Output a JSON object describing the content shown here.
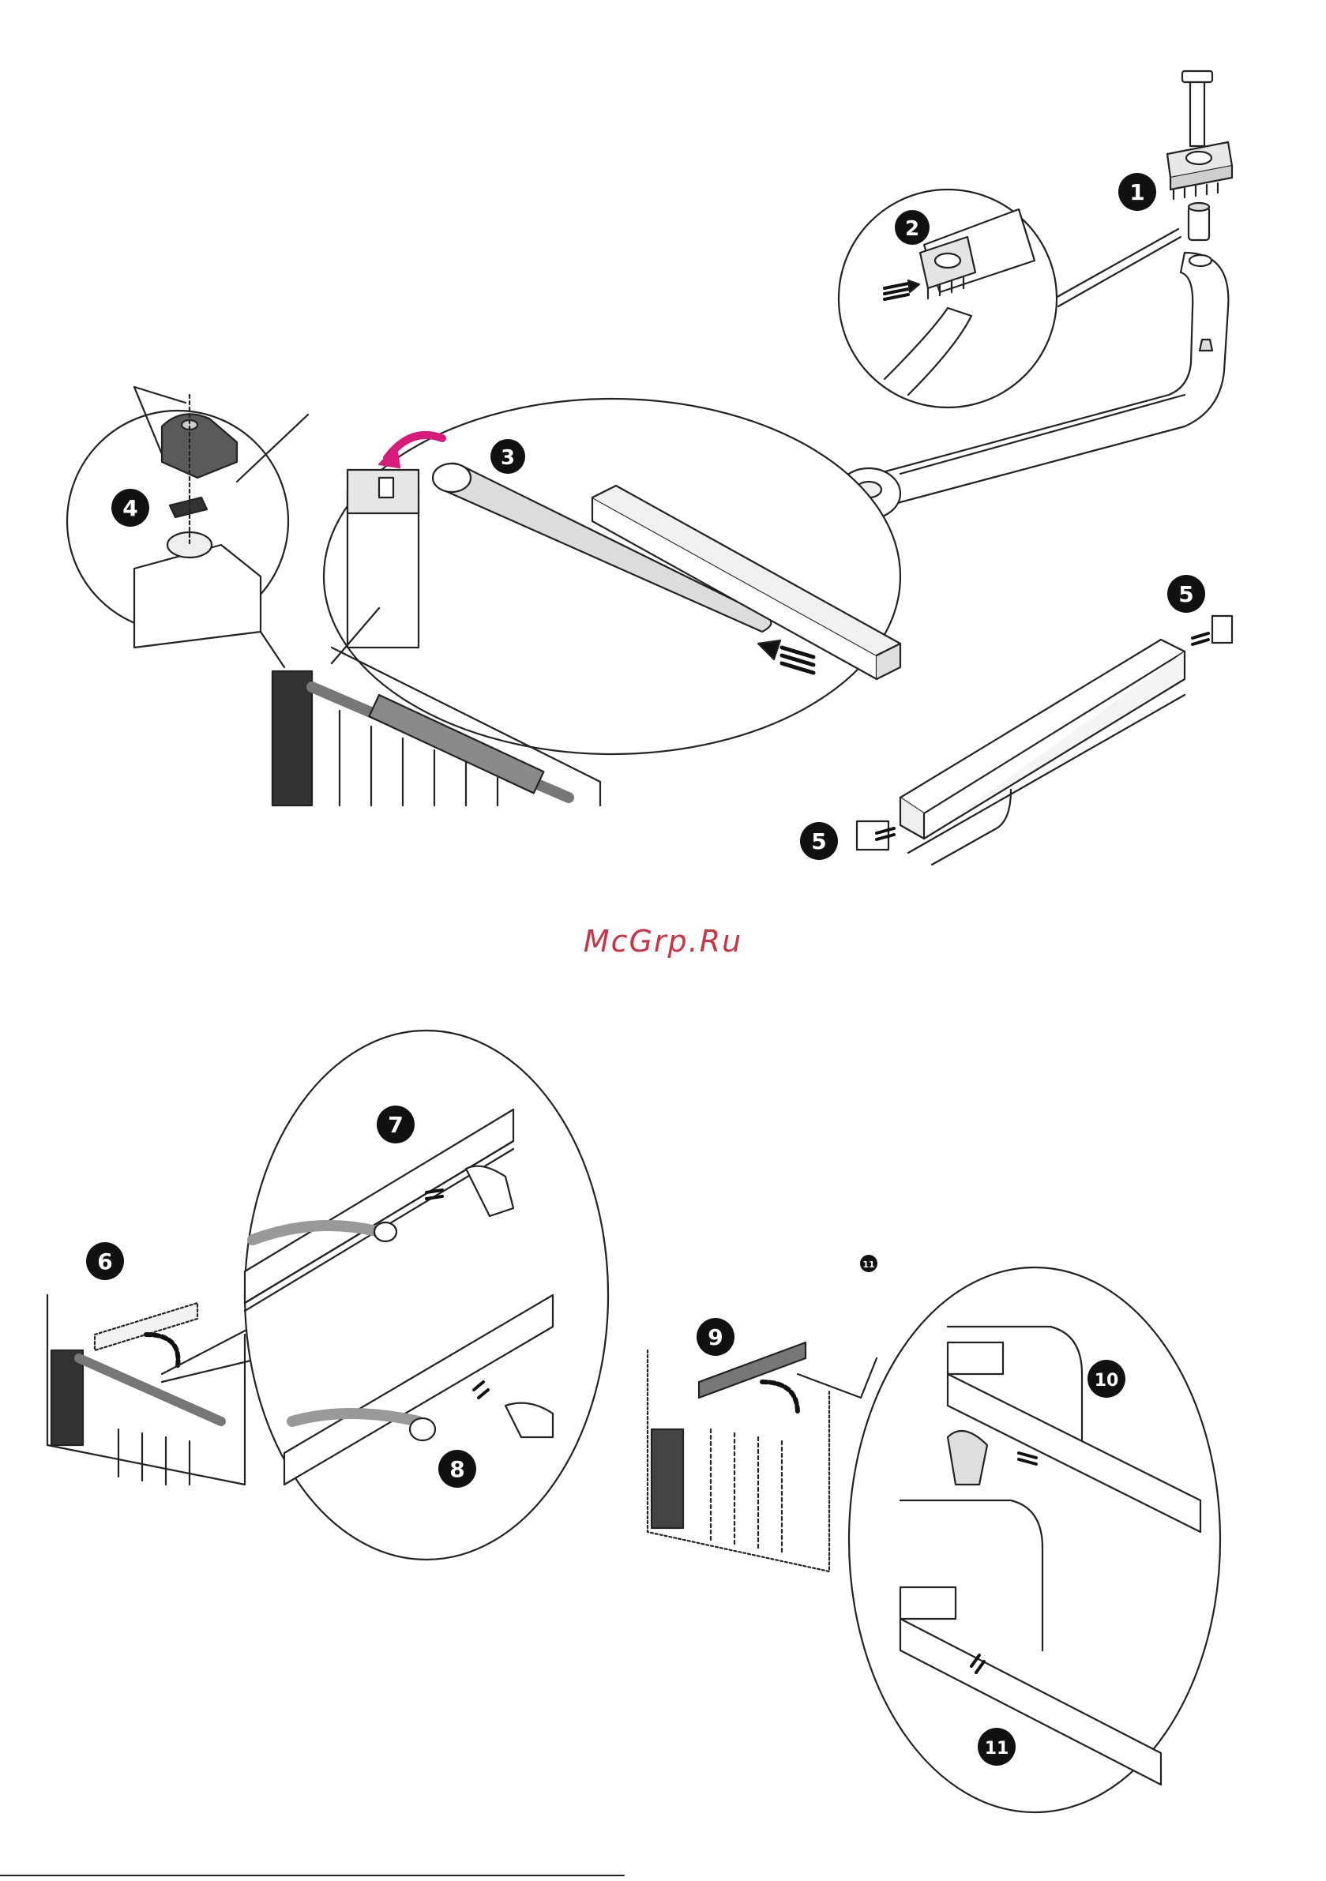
{
  "watermark": {
    "text": "McGrp.Ru",
    "color": "#cc3344"
  },
  "steps": [
    {
      "id": "1",
      "label": "1"
    },
    {
      "id": "2",
      "label": "2"
    },
    {
      "id": "3",
      "label": "3"
    },
    {
      "id": "4",
      "label": "4"
    },
    {
      "id": "5a",
      "label": "5"
    },
    {
      "id": "5b",
      "label": "5"
    },
    {
      "id": "6",
      "label": "6"
    },
    {
      "id": "7",
      "label": "7"
    },
    {
      "id": "8",
      "label": "8"
    },
    {
      "id": "9",
      "label": "9"
    },
    {
      "id": "10",
      "label": "10"
    },
    {
      "id": "11",
      "label": "11"
    },
    {
      "id": "11-small",
      "label": "11"
    }
  ],
  "colors": {
    "accent_arrow": "#d81b7a",
    "line": "#222222",
    "part_gray": "#8a8a8a",
    "dark_part": "#3a3a3a"
  }
}
